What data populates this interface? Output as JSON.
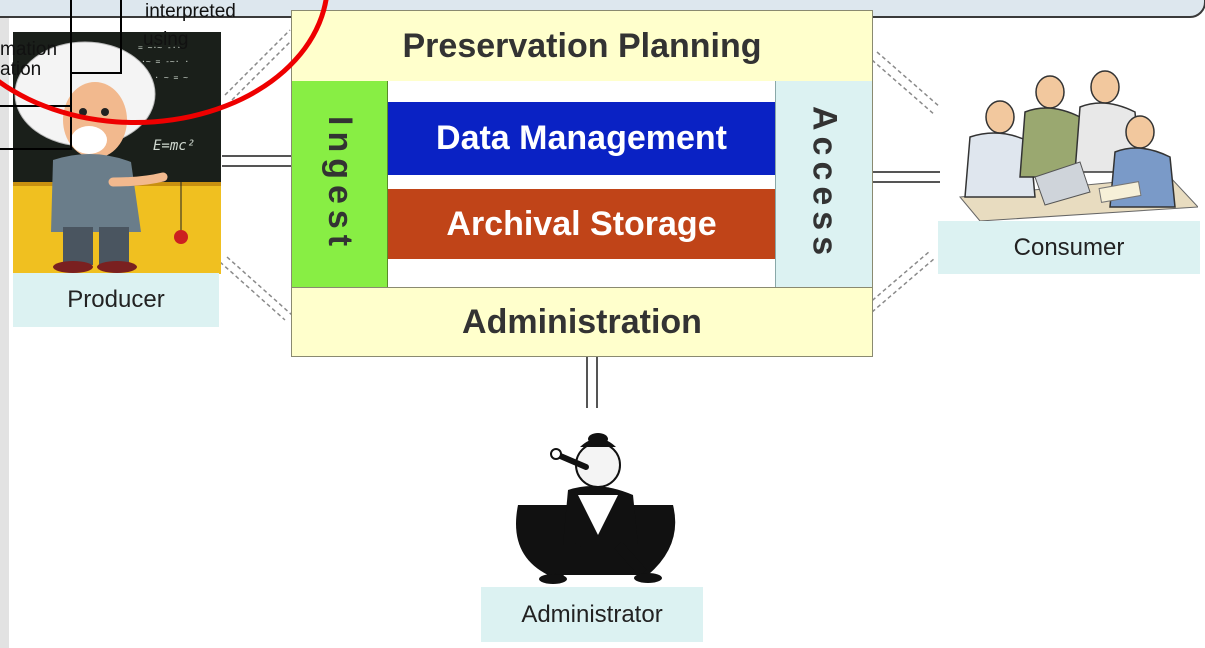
{
  "diagram": {
    "preservation_planning": "Preservation Planning",
    "ingest": "Ingest",
    "data_management": "Data Management",
    "archival_storage": "Archival Storage",
    "access": "Access",
    "administration": "Administration"
  },
  "actors": {
    "producer": "Producer",
    "consumer": "Consumer",
    "administrator": "Administrator"
  },
  "callout": {
    "interpreted": "interpreted",
    "using": "using",
    "fragment_top": "mation",
    "fragment_bottom": "ation"
  },
  "colors": {
    "ingest": "#88ee44",
    "data_management": "#0a22c4",
    "archival_storage": "#c04418",
    "frame": "#ffffcc",
    "access": "#dcf2f2",
    "highlight": "#ee0000"
  }
}
